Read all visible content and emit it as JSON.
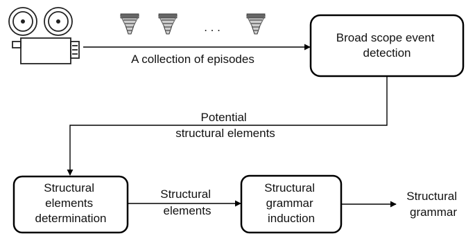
{
  "nodes": {
    "broad_scope": [
      "Broad scope event",
      "detection"
    ],
    "determination": [
      "Structural",
      "elements",
      "determination"
    ],
    "induction": [
      "Structural",
      "grammar",
      "induction"
    ]
  },
  "edge_labels": {
    "episodes": [
      "A collection of episodes"
    ],
    "potential": [
      "Potential",
      "structural elements"
    ],
    "elements": [
      "Structural",
      "elements"
    ],
    "output": [
      "Structural",
      "grammar"
    ]
  },
  "ellipsis": ". . .",
  "icons": [
    "movie-camera-icon",
    "film-strip-icon"
  ]
}
